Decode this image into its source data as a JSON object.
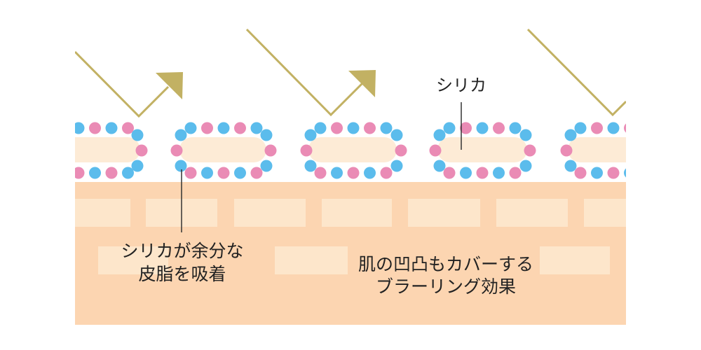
{
  "labels": {
    "silica": "シリカ",
    "absorb_line1": "シリカが余分な",
    "absorb_line2": "皮脂を吸着",
    "blur_line1": "肌の凹凸もカバーする",
    "blur_line2": "ブラーリング効果"
  },
  "colors": {
    "skin": "#fcd5b1",
    "skin_cell": "#fde6cb",
    "sebum": "#fdebd6",
    "dot_pink": "#ea8bb5",
    "dot_blue": "#5bbcec",
    "arrow": "#c2b163",
    "text": "#222222",
    "line": "#333333"
  },
  "icons": {
    "arrow": "light-reflection-arrow-icon",
    "particle": "silica-particle-icon"
  }
}
